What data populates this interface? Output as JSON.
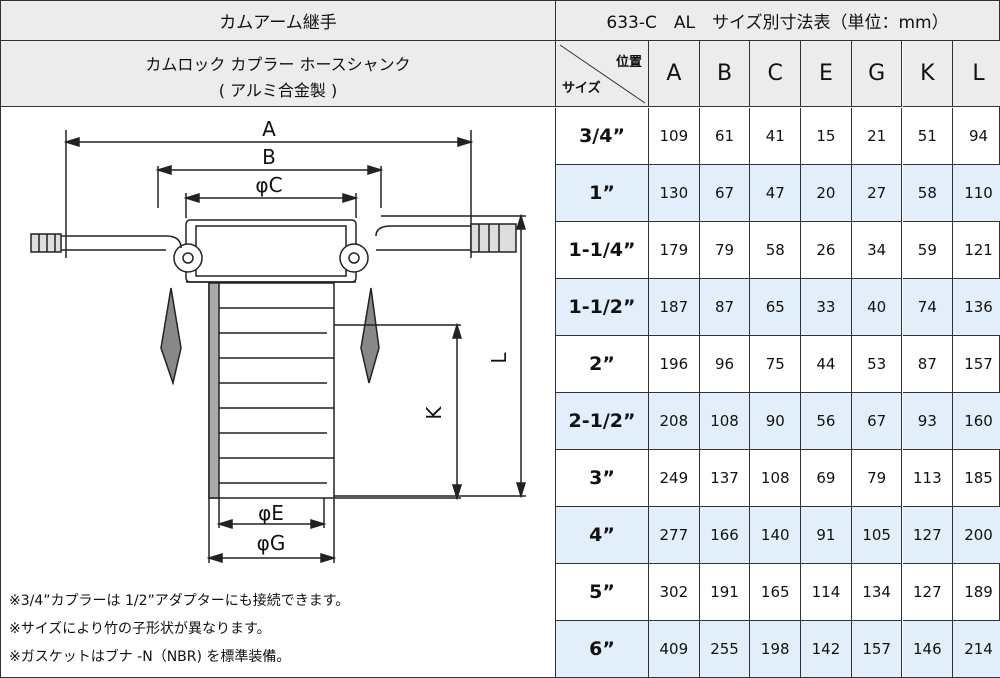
{
  "header": {
    "product": "カムアーム継手",
    "spec": "633-C　AL　サイズ別寸法表（単位：mm）"
  },
  "subheader": {
    "line1": "カムロック カプラー ホースシャンク",
    "line2": "( アルミ合金製 )"
  },
  "table": {
    "corner_top": "位置",
    "corner_bottom": "サイズ",
    "columns": [
      "A",
      "B",
      "C",
      "E",
      "G",
      "K",
      "L"
    ],
    "rows": [
      {
        "size": "3/4”",
        "values": [
          "109",
          "61",
          "41",
          "15",
          "21",
          "51",
          "94"
        ]
      },
      {
        "size": "1”",
        "values": [
          "130",
          "67",
          "47",
          "20",
          "27",
          "58",
          "110"
        ]
      },
      {
        "size": "1-1/4”",
        "values": [
          "179",
          "79",
          "58",
          "26",
          "34",
          "59",
          "121"
        ]
      },
      {
        "size": "1-1/2”",
        "values": [
          "187",
          "87",
          "65",
          "33",
          "40",
          "74",
          "136"
        ]
      },
      {
        "size": "2”",
        "values": [
          "196",
          "96",
          "75",
          "44",
          "53",
          "87",
          "157"
        ]
      },
      {
        "size": "2-1/2”",
        "values": [
          "208",
          "108",
          "90",
          "56",
          "67",
          "93",
          "160"
        ]
      },
      {
        "size": "3”",
        "values": [
          "249",
          "137",
          "108",
          "69",
          "79",
          "113",
          "185"
        ]
      },
      {
        "size": "4”",
        "values": [
          "277",
          "166",
          "140",
          "91",
          "105",
          "127",
          "200"
        ]
      },
      {
        "size": "5”",
        "values": [
          "302",
          "191",
          "165",
          "114",
          "134",
          "127",
          "189"
        ]
      },
      {
        "size": "6”",
        "values": [
          "409",
          "255",
          "198",
          "142",
          "157",
          "146",
          "214"
        ]
      }
    ]
  },
  "diagram": {
    "label_a": "A",
    "label_b": "B",
    "label_c": "φC",
    "label_e": "φE",
    "label_g": "φG",
    "label_k": "K",
    "label_l": "L"
  },
  "notes": [
    "※3/4”カプラーは 1/2”アダプターにも接続できます。",
    "※サイズにより竹の子形状が異なります。",
    "※ガスケットはブナ -N（NBR) を標準装備。"
  ]
}
